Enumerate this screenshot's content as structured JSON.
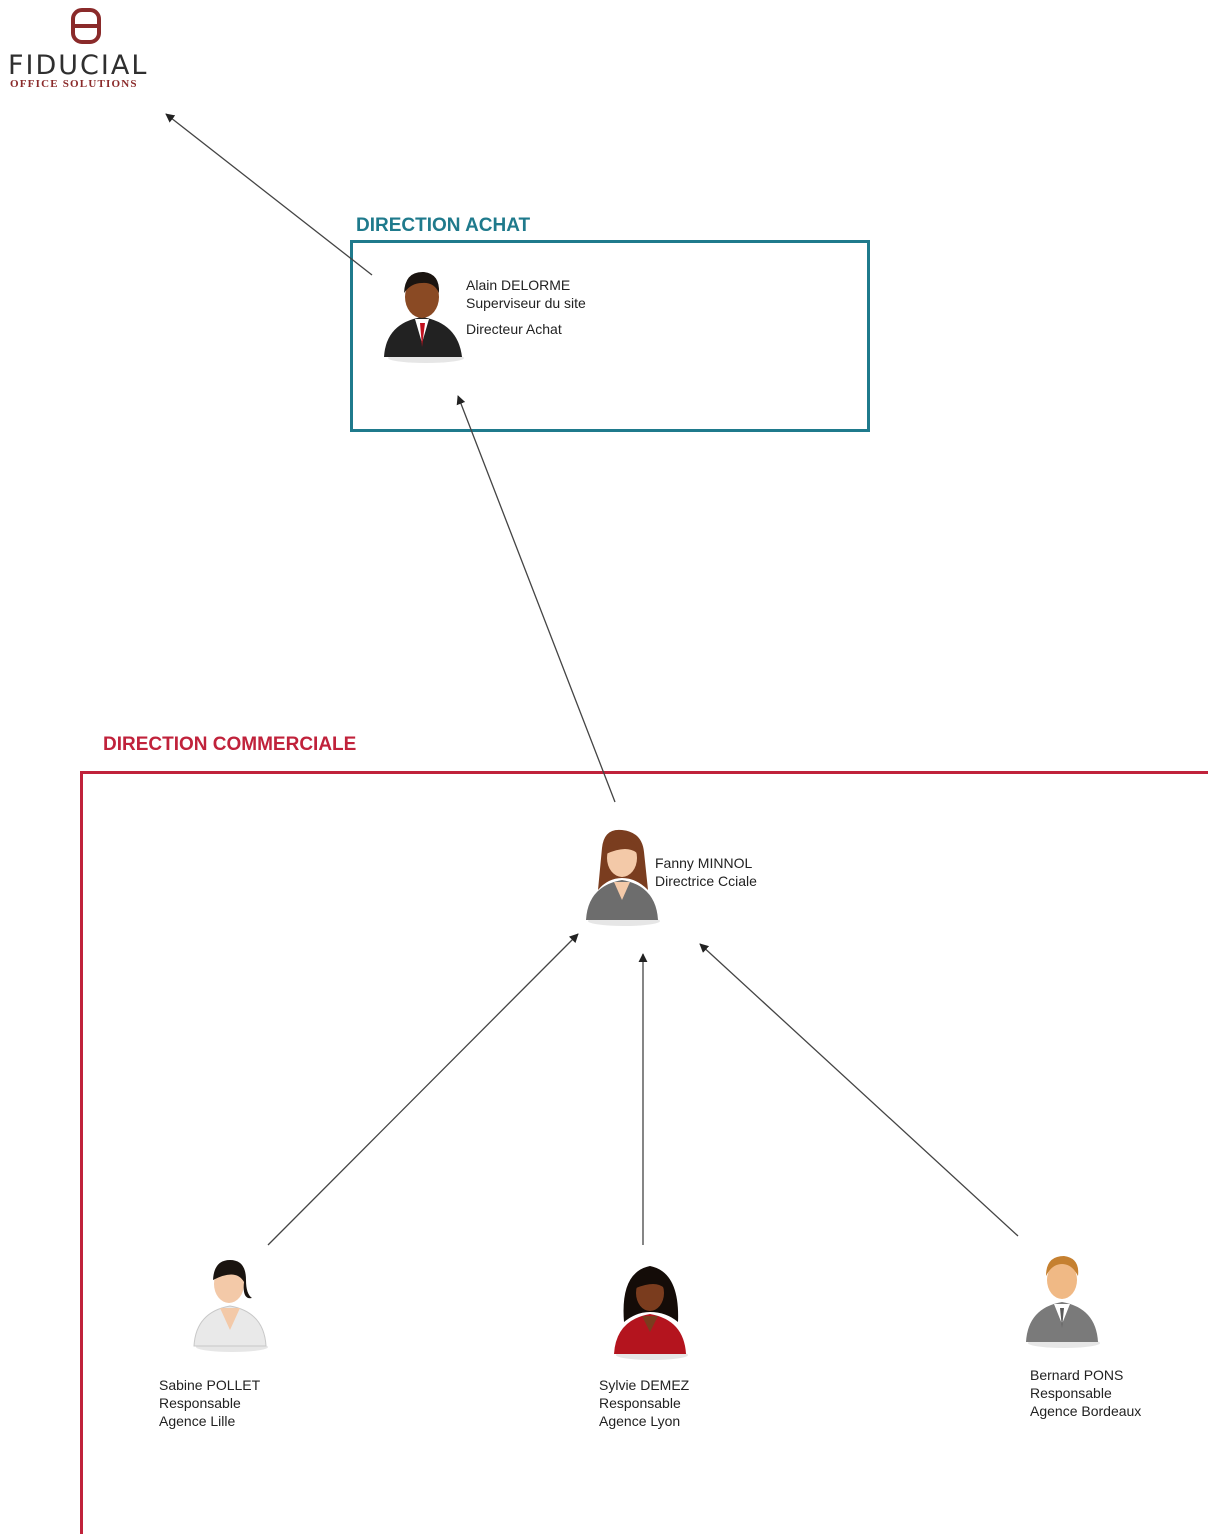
{
  "logo": {
    "name": "FIDUCIAL",
    "subtitle": "OFFICE SOLUTIONS"
  },
  "sections": {
    "achat": {
      "title": "DIRECTION ACHAT"
    },
    "commerciale": {
      "title": "DIRECTION COMMERCIALE"
    }
  },
  "people": {
    "alain": {
      "name": "Alain DELORME",
      "line2": "Superviseur du site",
      "line3": "Directeur Achat"
    },
    "fanny": {
      "name": "Fanny MINNOL",
      "line2": "Directrice Cciale"
    },
    "sabine": {
      "name": "Sabine POLLET",
      "line2": "Responsable",
      "line3": "Agence Lille"
    },
    "sylvie": {
      "name": "Sylvie DEMEZ",
      "line2": "Responsable",
      "line3": "Agence Lyon"
    },
    "bernard": {
      "name": "Bernard PONS",
      "line2": "Responsable",
      "line3": "Agence Bordeaux"
    }
  },
  "colors": {
    "achat": "#1f7a8c",
    "commerciale": "#c0223b",
    "brand": "#8a2a2a"
  },
  "icons": {
    "alain": "businessman-dark-suit-icon",
    "fanny": "businesswoman-grey-icon",
    "sabine": "woman-white-coat-icon",
    "sylvie": "woman-red-jacket-icon",
    "bernard": "man-grey-suit-icon"
  }
}
